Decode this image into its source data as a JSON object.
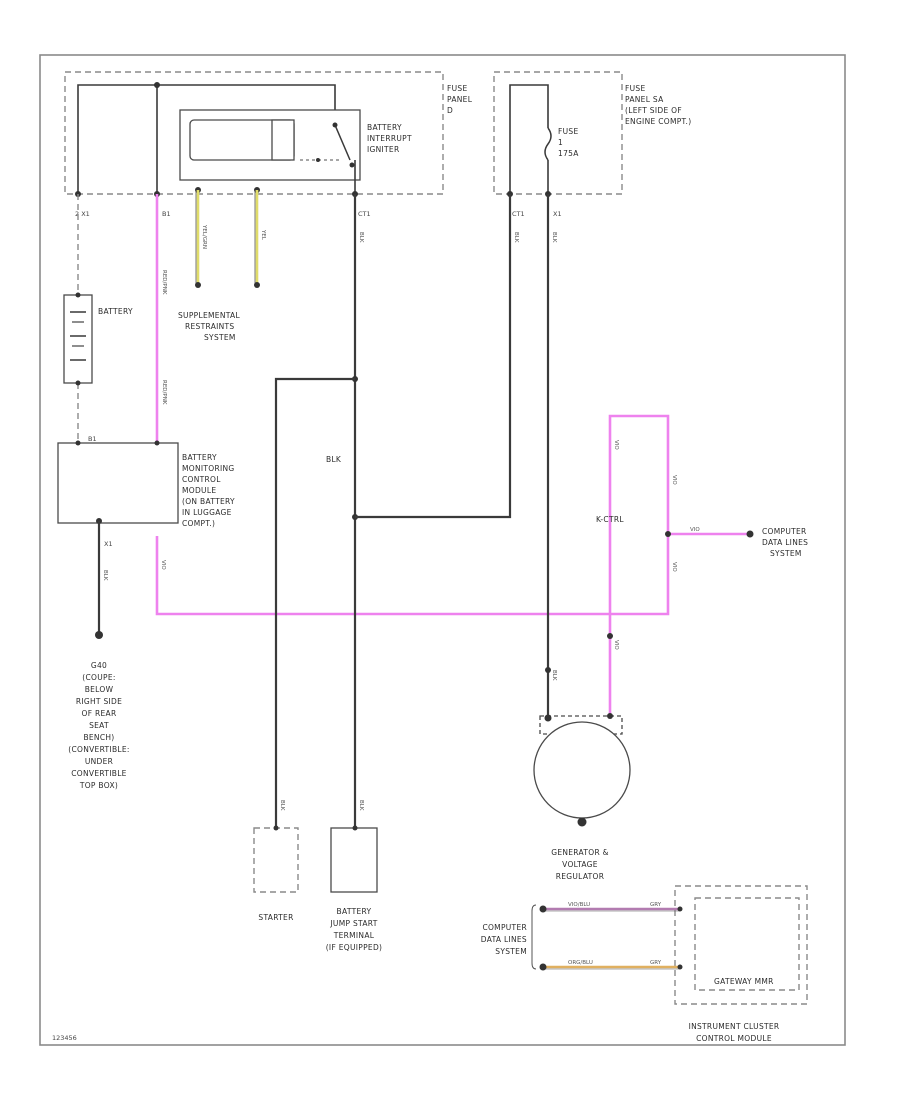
{
  "labels": {
    "fuse_panel": [
      "FUSE",
      "PANEL",
      "D"
    ],
    "battery_interrupt": [
      "BATTERY",
      "INTERRUPT",
      "IGNITER"
    ],
    "fuse_panel_sa": [
      "FUSE",
      "PANEL SA",
      "(LEFT SIDE OF",
      "ENGINE COMPT.)"
    ],
    "fuse": [
      "FUSE",
      "1",
      "175A"
    ],
    "battery": "BATTERY",
    "srs": [
      "SUPPLEMENTAL",
      "RESTRAINTS",
      "SYSTEM"
    ],
    "bmcm": [
      "BATTERY",
      "MONITORING",
      "CONTROL",
      "MODULE",
      "(ON BATTERY",
      "IN LUGGAGE",
      "COMPT.)"
    ],
    "g_label": "BLK",
    "ground": [
      "G40",
      "(COUPE:",
      "BELOW",
      "RIGHT SIDE",
      "OF REAR",
      "SEAT",
      "BENCH)",
      "(CONVERTIBLE:",
      "UNDER",
      "CONVERTIBLE",
      "TOP BOX)"
    ],
    "computer_data_lines_right": [
      "COMPUTER",
      "DATA LINES",
      "SYSTEM"
    ],
    "lin_label": "K-CTRL",
    "generator": [
      "GENERATOR &",
      "VOLTAGE",
      "REGULATOR"
    ],
    "starter": "STARTER",
    "jump_start": [
      "BATTERY",
      "JUMP START",
      "TERMINAL",
      "(IF EQUIPPED)"
    ],
    "computer_data_lines_bottom": [
      "COMPUTER",
      "DATA LINES",
      "SYSTEM"
    ],
    "gateway": "GATEWAY MMR",
    "instrument_cluster": [
      "INSTRUMENT CLUSTER",
      "CONTROL MODULE"
    ],
    "figure_id": "123456"
  },
  "pins": {
    "fuse_panel_left": "2 X1",
    "fuse_panel_mid": "B1",
    "fuse_panel_right": "CT1",
    "fuse_sa_left": "CT1",
    "fuse_sa_right": "X1",
    "bmcm_top": "B1",
    "bmcm_bottom": "X1"
  },
  "wire_colors": {
    "red_pink": "RED/PNK",
    "yellow_grn": "YEL/GRN",
    "yellow": "YEL",
    "black": "BLK",
    "violet": "VIO",
    "violet_blu": "VIO/BLU",
    "org_blu": "ORG/BLU",
    "gry": "GRY"
  },
  "colors": {
    "pink_wire": "#ee82ee",
    "black_wire": "#3a3a3a",
    "yellow_wire": "#e0dc6a",
    "violet_wire": "#b27bb0",
    "orange_wire": "#e0b060",
    "border": "#8a8a8a"
  }
}
